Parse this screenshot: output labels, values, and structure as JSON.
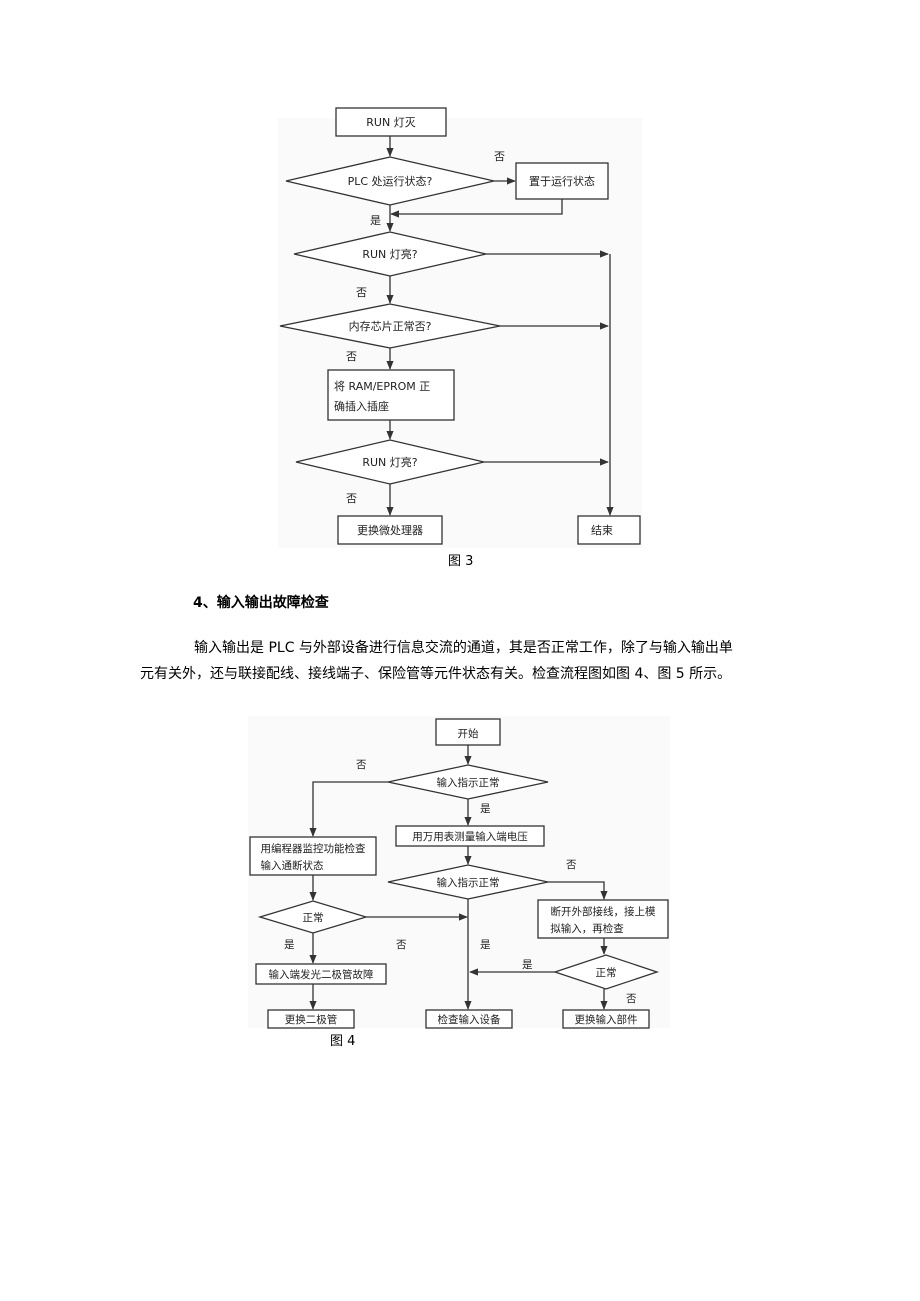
{
  "figure3": {
    "caption": "图 3",
    "nodes": {
      "start": "RUN 灯灭",
      "d1": "PLC 处运行状态?",
      "set_run": "置于运行状态",
      "d2": "RUN 灯亮?",
      "d3": "内存芯片正常否?",
      "insert_line1": "将 RAM/EPROM 正",
      "insert_line2": "确插入插座",
      "d4": "RUN 灯亮?",
      "replace_cpu": "更换微处理器",
      "end": "结束"
    },
    "labels": {
      "no1": "否",
      "yes1": "是",
      "no2": "否",
      "no3": "否",
      "no4": "否"
    }
  },
  "section": {
    "heading": "4、输入输出故障检查",
    "para_line1": "输入输出是 PLC 与外部设备进行信息交流的通道，其是否正常工作，除了与输入输出单",
    "para_line2": "元有关外，还与联接配线、接线端子、保险管等元件状态有关。检查流程图如图 4、图 5 所示。"
  },
  "figure4": {
    "caption": "图 4",
    "nodes": {
      "start": "开始",
      "d1": "输入指示正常",
      "meter": "用万用表测量输入端电压",
      "prog_line1": "用编程器监控功能检查",
      "prog_line2": "输入通断状态",
      "d2": "输入指示正常",
      "d_left": "正常",
      "disc_line1": "断开外部接线，接上模",
      "disc_line2": "拟输入，再检查",
      "led": "输入端发光二极管故障",
      "d_right": "正常",
      "replace_led": "更换二极管",
      "check_dev": "检查输入设备",
      "replace_part": "更换输入部件"
    },
    "labels": {
      "no1": "否",
      "yes1": "是",
      "no2": "否",
      "yes_left": "是",
      "no_left": "否",
      "yes_mid": "是",
      "yes_right": "是",
      "no_right": "否"
    }
  }
}
